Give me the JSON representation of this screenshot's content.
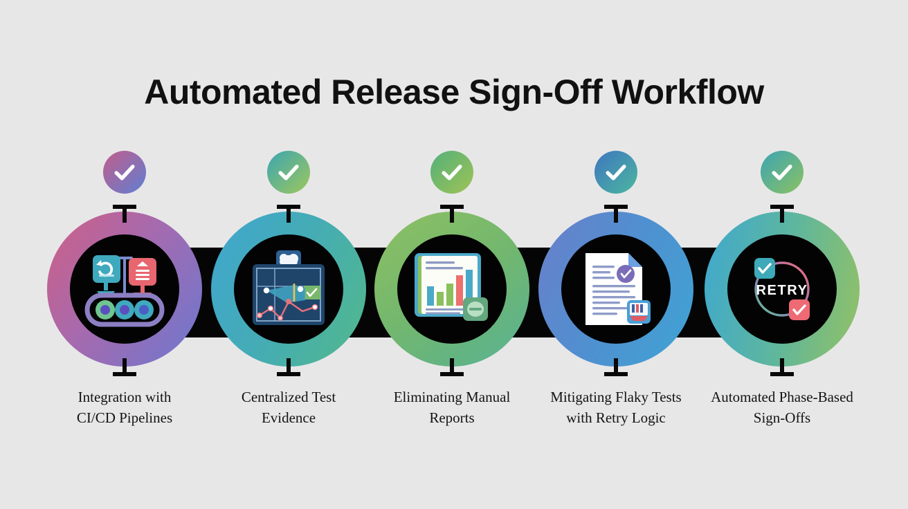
{
  "page": {
    "title": "Automated Release Sign-Off Workflow",
    "background_color": "#e8e7e8",
    "title_color": "#111111",
    "connector_color": "#050505",
    "core_color": "#030303"
  },
  "nodes": [
    {
      "index": "1",
      "caption_line1": "Integration with",
      "caption_line2": "CI/CD Pipelines",
      "badge_icon": "check-icon",
      "badge_gradient_from": "#c25d8a",
      "badge_gradient_to": "#5f7fd4",
      "ring_gradient_from": "#cf5f85",
      "ring_gradient_to": "#6b78d0",
      "center_icon": "cicd-pipeline-icon",
      "center_icon_label": "CI/CD pipeline conveyor"
    },
    {
      "index": "2",
      "caption_line1": "Centralized Test",
      "caption_line2": "Evidence",
      "badge_icon": "check-icon",
      "badge_gradient_from": "#3aa6b0",
      "badge_gradient_to": "#9fc75c",
      "ring_gradient_from": "#3fa6cf",
      "ring_gradient_to": "#4fb58e",
      "center_icon": "test-dashboard-icon",
      "center_icon_label": "Test evidence dashboard"
    },
    {
      "index": "3",
      "caption_line1": "Eliminating Manual",
      "caption_line2": "Reports",
      "badge_icon": "check-icon",
      "badge_gradient_from": "#53b07a",
      "badge_gradient_to": "#9fc355",
      "ring_gradient_from": "#76b86a",
      "ring_gradient_to": "#5fb288",
      "center_icon": "bar-chart-report-icon",
      "center_icon_label": "Bar chart report"
    },
    {
      "index": "4",
      "caption_line1": "Mitigating Flaky Tests",
      "caption_line2": "with Retry Logic",
      "badge_icon": "check-icon",
      "badge_gradient_from": "#3e76c0",
      "badge_gradient_to": "#4cb79e",
      "ring_gradient_from": "#6a7fcb",
      "ring_gradient_to": "#3fa4d4",
      "center_icon": "signed-document-icon",
      "center_icon_label": "Signed approval document"
    },
    {
      "index": "5",
      "caption_line1": "Automated Phase-Based",
      "caption_line2": "Sign-Offs",
      "badge_icon": "check-icon",
      "badge_gradient_from": "#3ba4b3",
      "badge_gradient_to": "#8cc262",
      "ring_gradient_from": "#3fa8cf",
      "ring_gradient_to": "#93c164",
      "center_icon": "retry-loop-icon",
      "center_icon_label": "Retry loop",
      "center_text": "RETRY"
    }
  ]
}
